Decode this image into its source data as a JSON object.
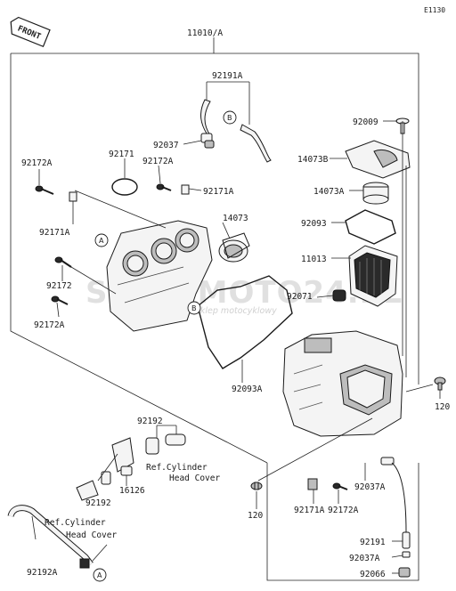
{
  "diagram_code": "E1130",
  "front_label": "FRONT",
  "watermark": {
    "brand": "SKLEPMOTO24.PL",
    "tagline": "internetowy sklep motocyklowy"
  },
  "circle_markers": {
    "a": "A",
    "b": "B"
  },
  "parts": {
    "p11010a": "11010/A",
    "p92191a": "92191A",
    "p92009": "92009",
    "p92037": "92037",
    "p14073b": "14073B",
    "p92171_top": "92171",
    "p92172a_left": "92172A",
    "p92172a_mid": "92172A",
    "p92171a_right": "92171A",
    "p14073a": "14073A",
    "p92171a_left": "92171A",
    "p14073": "14073",
    "p92093": "92093",
    "p11013": "11013",
    "p92172": "92172",
    "p92071": "92071",
    "p92172a_lower": "92172A",
    "p92093a": "92093A",
    "p120_right": "120",
    "p92192_top": "92192",
    "p92192_bot": "92192",
    "p16126": "16126",
    "p92037a_mid": "92037A",
    "p120_bot": "120",
    "p92171a_bot": "92171A",
    "p92172a_bot": "92172A",
    "p92191": "92191",
    "p92037a_bot": "92037A",
    "p92066": "92066",
    "p92192a": "92192A"
  },
  "refs": {
    "ref_cyl_right_1": "Ref.Cylinder",
    "ref_cyl_right_2": "Head Cover",
    "ref_cyl_left_1": "Ref.Cylinder",
    "ref_cyl_left_2": "Head Cover"
  }
}
